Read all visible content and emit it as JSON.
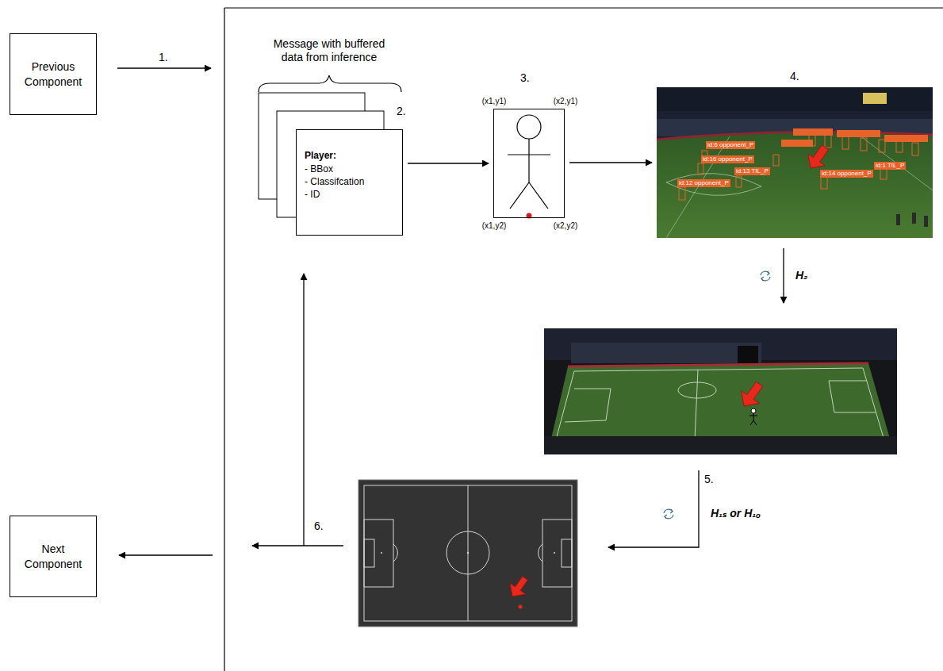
{
  "diagram": {
    "nodes": [
      {
        "text": [
          "Previous Component"
        ]
      },
      {
        "text": [
          "Player:",
          "- BBox",
          "- Classifcation",
          "- ID"
        ]
      },
      {
        "text": [
          "(x1,y1)",
          "(x2,y1)",
          "(x1,y2)",
          "(x2,y2)"
        ]
      },
      {
        "text": [
          "id:6 opponent_P",
          "id:16 opponent_P",
          "id:13 TIL_P",
          "id:12 opponent_P",
          "id:14 opponent_P",
          "id:1 TIL_P"
        ]
      },
      {
        "text": [
          "Next Component"
        ]
      }
    ],
    "edges": [
      {
        "from": 1,
        "to": 2,
        "arrow": "to"
      },
      {
        "from": 2,
        "to": 3,
        "arrow": "to"
      }
    ],
    "labels": [
      "1.",
      "Message with buffered data from inference",
      "2.",
      "3.",
      "4.",
      "H₂",
      "5.",
      "H₁ₛ or H₁ₒ",
      "6."
    ]
  }
}
